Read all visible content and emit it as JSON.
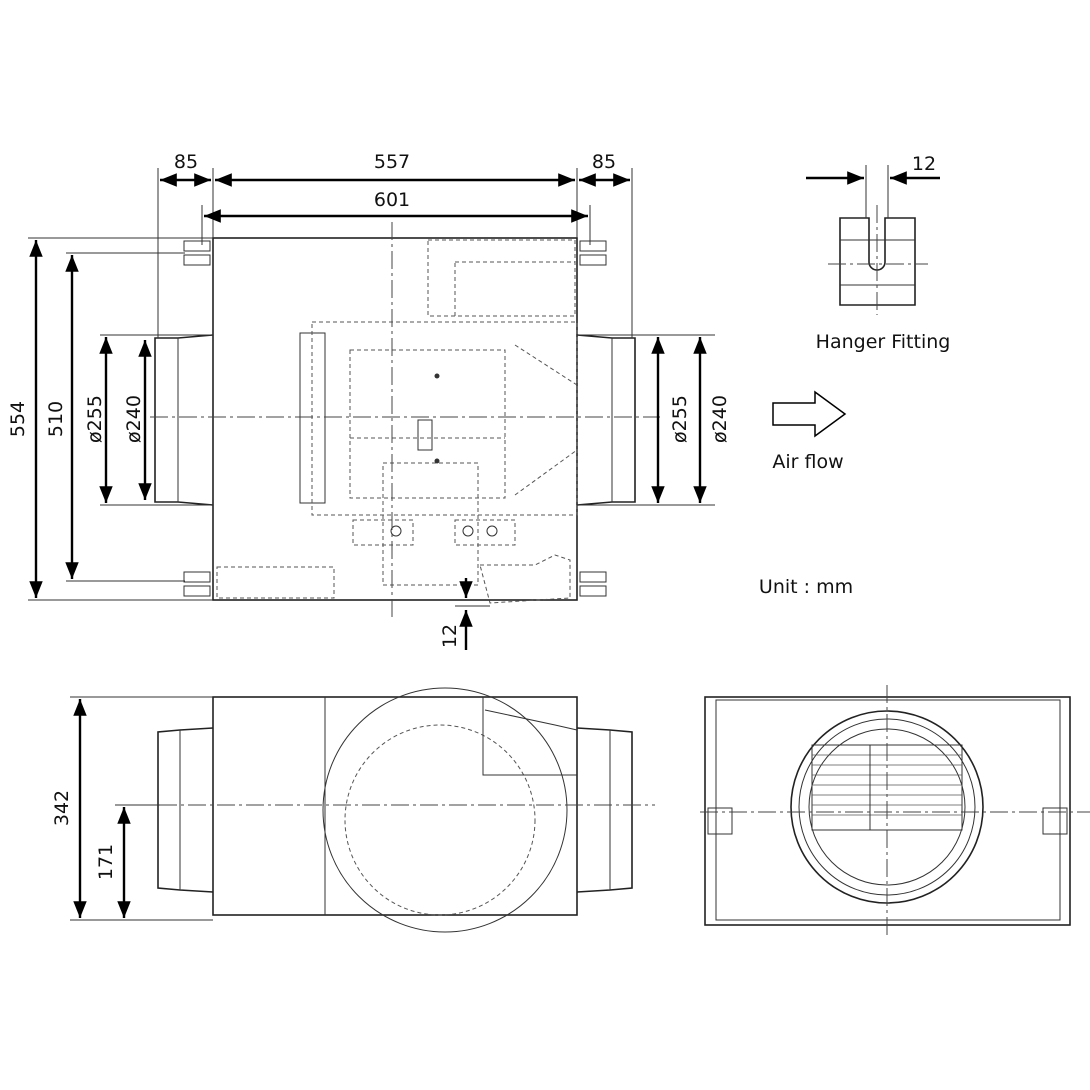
{
  "top_view": {
    "dim_left_duct": "85",
    "dim_body_width": "557",
    "dim_right_duct": "85",
    "dim_hanger_span": "601",
    "dim_total_depth": "554",
    "dim_hanger_depth": "510",
    "dim_left_outer_dia": "ø255",
    "dim_left_inner_dia": "ø240",
    "dim_right_outer_dia": "ø255",
    "dim_right_inner_dia": "ø240",
    "dim_offset": "12"
  },
  "hanger_detail": {
    "dim_slot": "12",
    "label": "Hanger Fitting"
  },
  "airflow": {
    "label": "Air flow"
  },
  "unit": {
    "label": "Unit : mm"
  },
  "side_view": {
    "dim_height": "342",
    "dim_center_height": "171"
  }
}
